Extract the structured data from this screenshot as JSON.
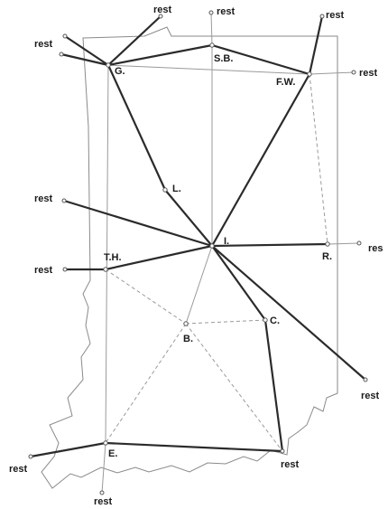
{
  "nodes": {
    "G": {
      "label": "G."
    },
    "SB": {
      "label": "S.B."
    },
    "FW": {
      "label": "F.W."
    },
    "L": {
      "label": "L."
    },
    "I": {
      "label": "I."
    },
    "R": {
      "label": "R."
    },
    "TH": {
      "label": "T.H."
    },
    "C": {
      "label": "C."
    },
    "B": {
      "label": "B."
    },
    "E": {
      "label": "E."
    }
  },
  "rest_label": "rest",
  "rest_right_label": "res",
  "colors": {
    "thick_edge": "#2b2b2b",
    "thin_edge": "#9a9a9a",
    "outline": "#8a8a8a"
  }
}
